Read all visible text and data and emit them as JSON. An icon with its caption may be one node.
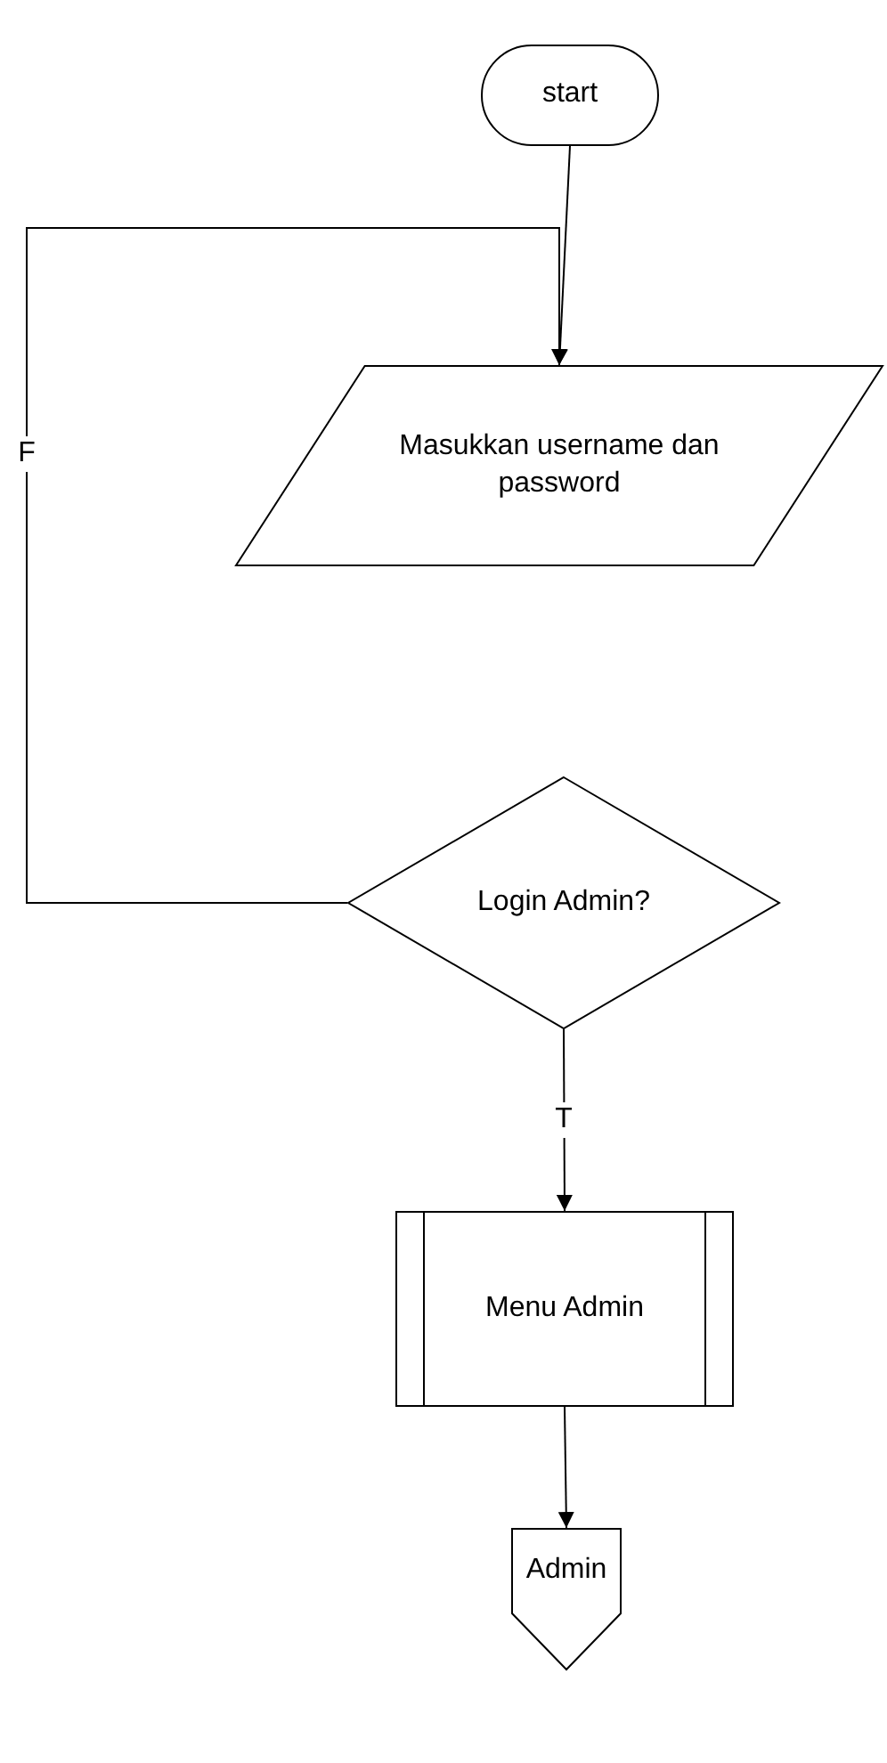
{
  "diagram": {
    "nodes": [
      {
        "text": [
          "start"
        ]
      },
      {
        "text": [
          "Masukkan username dan password"
        ]
      },
      {
        "text": [
          "Login Admin?"
        ]
      },
      {
        "text": [
          "Menu Admin"
        ]
      },
      {
        "text": [
          "Admin"
        ]
      }
    ],
    "edges": [
      {
        "from": 0,
        "to": 1,
        "arrow": "to"
      },
      {
        "from": 2,
        "to": 1,
        "arrow": "to",
        "label": "F"
      },
      {
        "from": 2,
        "to": 3,
        "arrow": "to",
        "label": "T"
      },
      {
        "from": 3,
        "to": 4,
        "arrow": "to"
      }
    ]
  }
}
